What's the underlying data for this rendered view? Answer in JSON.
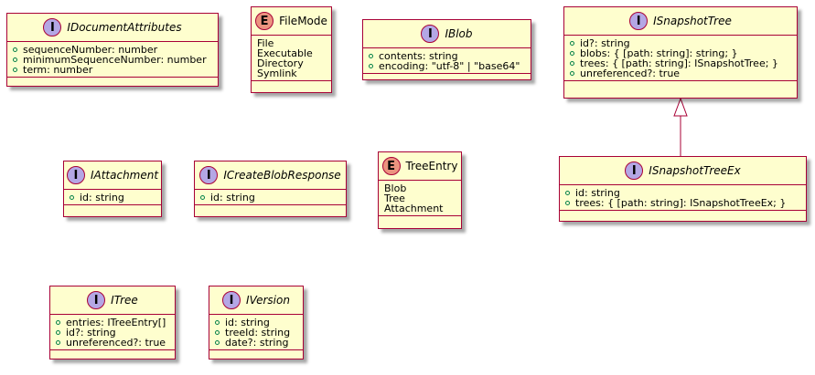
{
  "colors": {
    "box_fill": "#FEFECE",
    "box_border": "#A80036",
    "interface_badge": "#B4A7E5",
    "enum_badge": "#EB937F",
    "visibility_marker": "#038048"
  },
  "classes": {
    "idocument_attributes": {
      "badge": "I",
      "name": "IDocumentAttributes",
      "members": [
        "sequenceNumber: number",
        "minimumSequenceNumber: number",
        "term: number"
      ]
    },
    "file_mode": {
      "badge": "E",
      "name": "FileMode",
      "values": [
        "File",
        "Executable",
        "Directory",
        "Symlink"
      ]
    },
    "iblob": {
      "badge": "I",
      "name": "IBlob",
      "members": [
        "contents: string",
        "encoding: \"utf-8\" | \"base64\""
      ]
    },
    "isnapshot_tree": {
      "badge": "I",
      "name": "ISnapshotTree",
      "members": [
        "id?: string",
        "blobs: { [path: string]: string; }",
        "trees: { [path: string]: ISnapshotTree; }",
        "unreferenced?: true"
      ]
    },
    "iattachment": {
      "badge": "I",
      "name": "IAttachment",
      "members": [
        "id: string"
      ]
    },
    "icreate_blob_response": {
      "badge": "I",
      "name": "ICreateBlobResponse",
      "members": [
        "id: string"
      ]
    },
    "tree_entry": {
      "badge": "E",
      "name": "TreeEntry",
      "values": [
        "Blob",
        "Tree",
        "Attachment"
      ]
    },
    "isnapshot_tree_ex": {
      "badge": "I",
      "name": "ISnapshotTreeEx",
      "members": [
        "id: string",
        "trees: { [path: string]: ISnapshotTreeEx; }"
      ]
    },
    "itree": {
      "badge": "I",
      "name": "ITree",
      "members": [
        "entries: ITreeEntry[]",
        "id?: string",
        "unreferenced?: true"
      ]
    },
    "iversion": {
      "badge": "I",
      "name": "IVersion",
      "members": [
        "id: string",
        "treeId: string",
        "date?: string"
      ]
    }
  }
}
